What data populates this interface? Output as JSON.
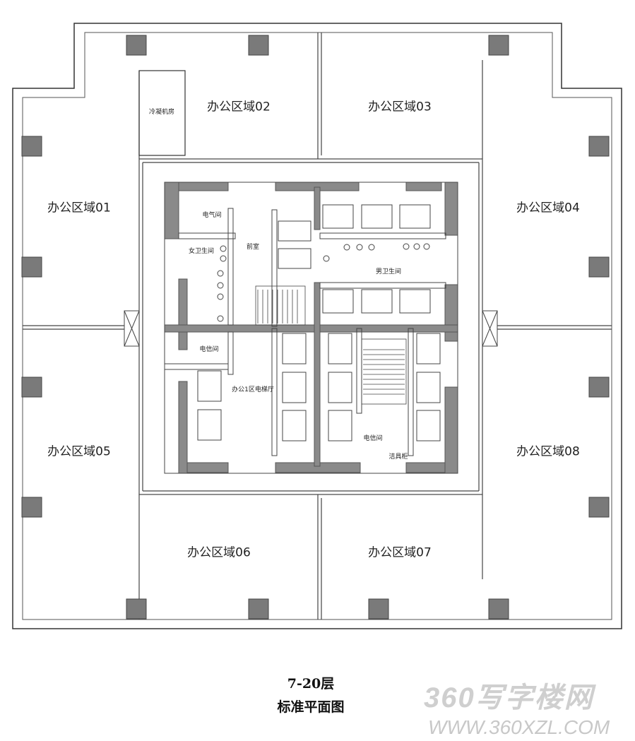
{
  "offices": [
    "办公区域01",
    "办公区域02",
    "办公区域03",
    "办公区域04",
    "办公区域05",
    "办公区域06",
    "办公区域07",
    "办公区域08"
  ],
  "rooms": {
    "condenser": "冷凝机房",
    "electrical": "电气间",
    "front_room": "前室",
    "womens_wc": "女卫生间",
    "mens_wc": "男卫生间",
    "telecom_left": "电信间",
    "lobby": "办公1区电梯厅",
    "telecom_right": "电信间",
    "janitor": "洁具柜"
  },
  "title": {
    "floors": "7-20层",
    "subtitle": "标准平面图"
  },
  "watermark": {
    "brand": "360写字楼网",
    "url": "WWW.360XZL.COM"
  },
  "colors": {
    "wall": "#8a8a8a",
    "column": "#7a7a7a",
    "line": "#333333"
  }
}
